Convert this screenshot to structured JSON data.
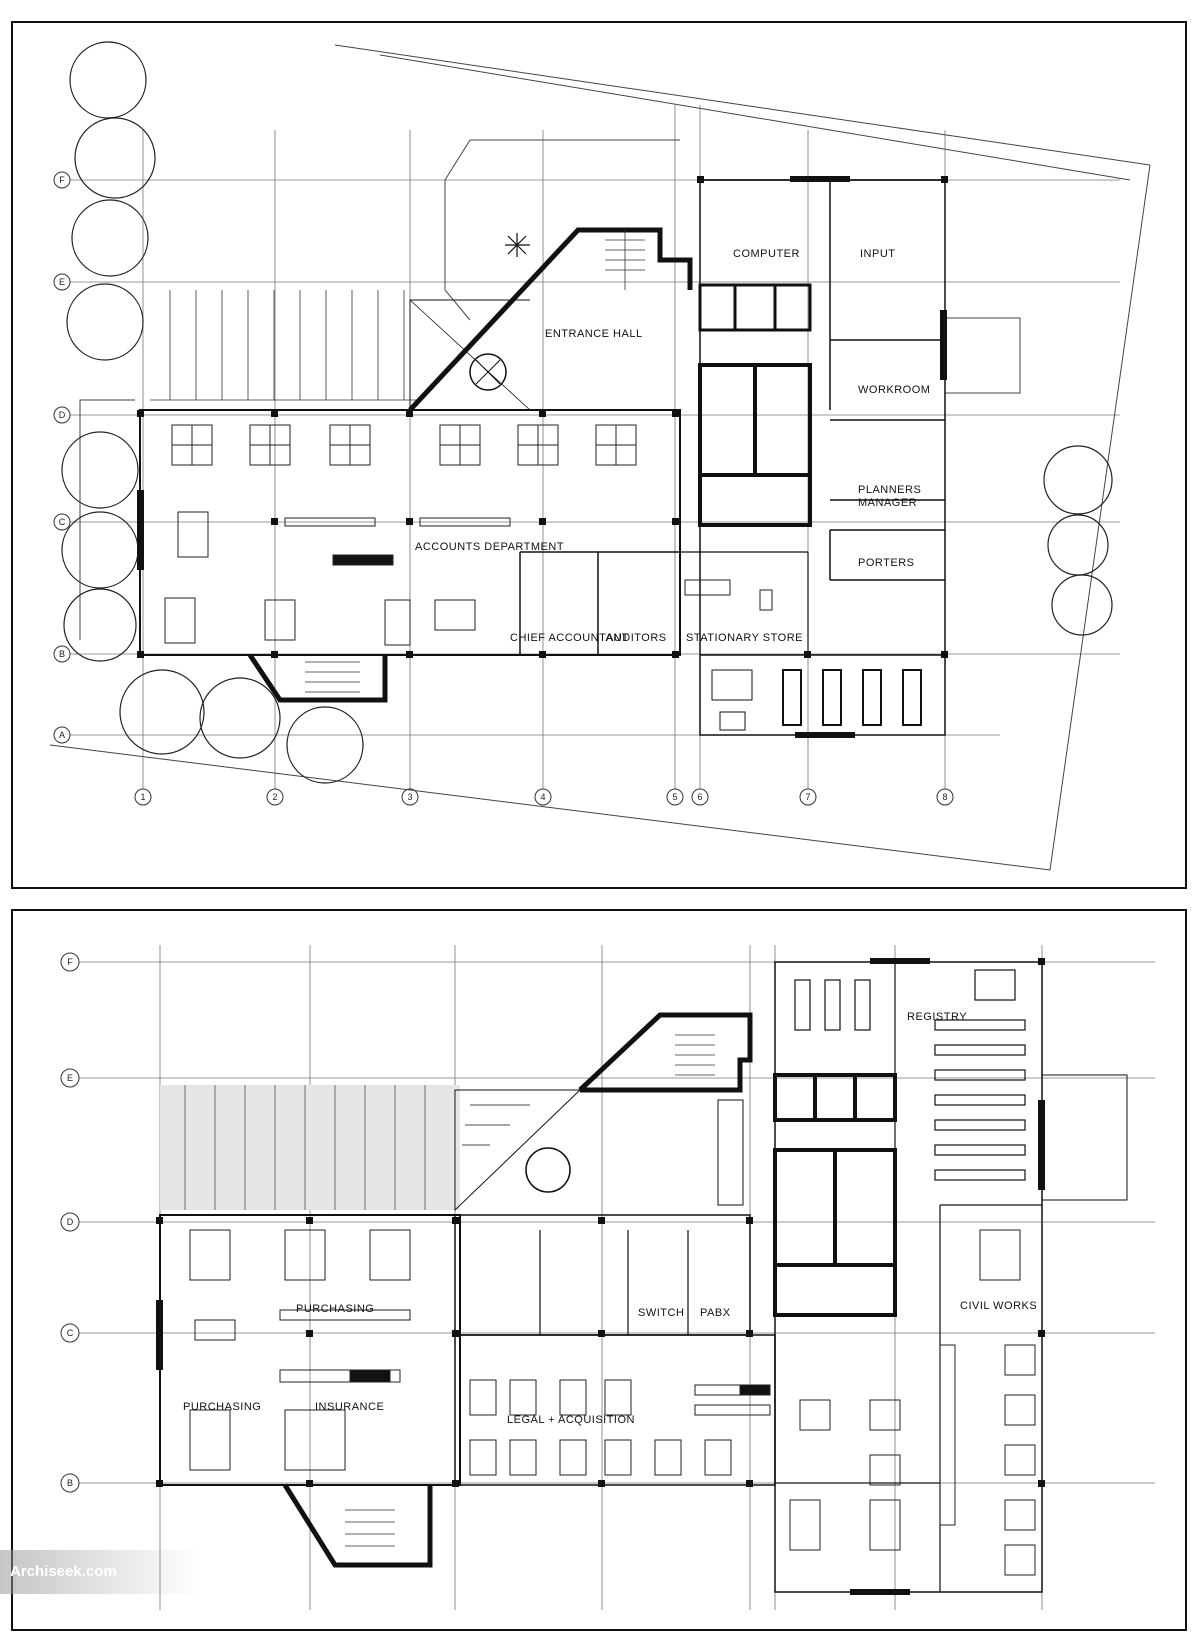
{
  "watermark": "Archiseek.com",
  "plan1": {
    "grid_rows": [
      "F",
      "E",
      "D",
      "C",
      "B",
      "A"
    ],
    "grid_cols": [
      "1",
      "2",
      "3",
      "4",
      "5",
      "6",
      "7",
      "8"
    ],
    "rooms": {
      "computer": "COMPUTER",
      "input": "INPUT",
      "entrance_hall": "ENTRANCE HALL",
      "workroom": "WORKROOM",
      "planners": "PLANNERS",
      "manager": "MANAGER",
      "accounts_department": "ACCOUNTS DEPARTMENT",
      "porters": "PORTERS",
      "chief_accountant": "CHIEF ACCOUNTANT",
      "auditors": "AUDITORS",
      "stationary_store": "STATIONARY STORE"
    }
  },
  "plan2": {
    "grid_rows": [
      "F",
      "E",
      "D",
      "C",
      "B"
    ],
    "rooms": {
      "registry": "REGISTRY",
      "purchasing_upper": "PURCHASING",
      "switch": "SWITCH",
      "pabx": "PABX",
      "civil_works": "CIVIL WORKS",
      "purchasing_lower": "PURCHASING",
      "insurance": "INSURANCE",
      "legal_acquisition": "LEGAL + ACQUISITION"
    }
  }
}
